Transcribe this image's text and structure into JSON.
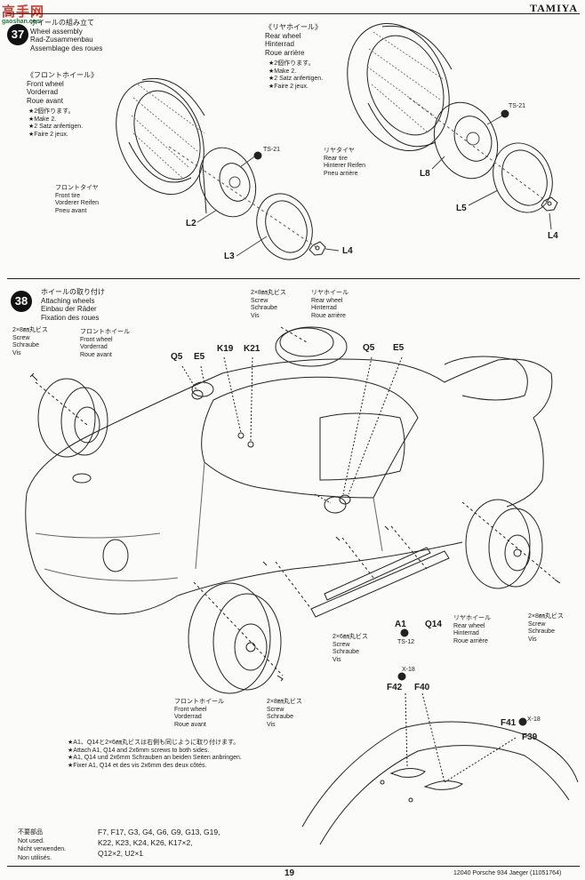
{
  "watermark": {
    "logo": "高手网",
    "url": "gaoshan.com"
  },
  "brand": "TAMIYA",
  "step37": {
    "title_jp": "ホイールの組み立て",
    "title_en": "Wheel assembly",
    "title_de": "Rad-Zusammenbau",
    "title_fr": "Assemblage des roues",
    "front": {
      "heading_jp": "《フロントホイール》",
      "heading_en": "Front wheel",
      "heading_de": "Vorderrad",
      "heading_fr": "Roue avant",
      "make_jp": "★2個作ります。",
      "make_en": "★Make 2.",
      "make_de": "★2 Satz anfertigen.",
      "make_fr": "★Faire 2 jeux."
    },
    "rear": {
      "heading_jp": "《リヤホイール》",
      "heading_en": "Rear wheel",
      "heading_de": "Hinterrad",
      "heading_fr": "Roue arrière",
      "make_jp": "★2個作ります。",
      "make_en": "★Make 2.",
      "make_de": "★2 Satz anfertigen.",
      "make_fr": "★Faire 2 jeux."
    },
    "front_tire": {
      "jp": "フロントタイヤ",
      "en": "Front tire",
      "de": "Vorderer Reifen",
      "fr": "Pneu avant"
    },
    "rear_tire": {
      "jp": "リヤタイヤ",
      "en": "Rear tire",
      "de": "Hinterer Reifen",
      "fr": "Pneu arrière"
    },
    "paint": "TS-21",
    "parts": {
      "l2": "L2",
      "l3": "L3",
      "l4a": "L4",
      "l8": "L8",
      "l5": "L5",
      "l4b": "L4"
    }
  },
  "step38": {
    "number": "38",
    "title_jp": "ホイールの取り付け",
    "title_en": "Attaching wheels",
    "title_de": "Einbau der Räder",
    "title_fr": "Fixation des roues",
    "screw": {
      "jp": "2×8㎜丸ビス",
      "en": "Screw",
      "de": "Schraube",
      "fr": "Vis"
    },
    "screw6": {
      "jp": "2×6㎜丸ビス",
      "en": "Screw",
      "de": "Schraube",
      "fr": "Vis"
    },
    "front_wheel": {
      "jp": "フロントホイール",
      "en": "Front wheel",
      "de": "Vorderrad",
      "fr": "Roue avant"
    },
    "rear_wheel": {
      "jp": "リヤホイール",
      "en": "Rear wheel",
      "de": "Hinterrad",
      "fr": "Roue arrière"
    },
    "parts": {
      "q5a": "Q5",
      "e5a": "E5",
      "k19": "K19",
      "k21": "K21",
      "q5b": "Q5",
      "e5b": "E5",
      "a1": "A1",
      "q14": "Q14",
      "ts12": "TS-12",
      "x18a": "X-18",
      "f42": "F42",
      "f40": "F40",
      "x18b": "X-18",
      "f41": "F41",
      "f39": "F39"
    },
    "notes": [
      "★A1、Q14と2×6㎜丸ビスは右側も同じように取り付けます。",
      "★Attach A1, Q14 and 2x6mm screws to both sides.",
      "★A1, Q14 und 2x6mm Schrauben an beiden Seiten anbringen.",
      "★Fixer A1, Q14 et des vis 2x6mm des deux côtés."
    ]
  },
  "unused": {
    "labels": [
      "不要部品",
      "Not used.",
      "Nicht verwenden.",
      "Non utilisés."
    ],
    "parts": [
      "F7, F17, G3, G4, G6, G9, G13, G19,",
      "K22, K23, K24, K26, K17×2,",
      "Q12×2, U2×1"
    ]
  },
  "footer": {
    "page": "19",
    "code": "12040 Porsche 934 Jaeger (11051764)"
  }
}
